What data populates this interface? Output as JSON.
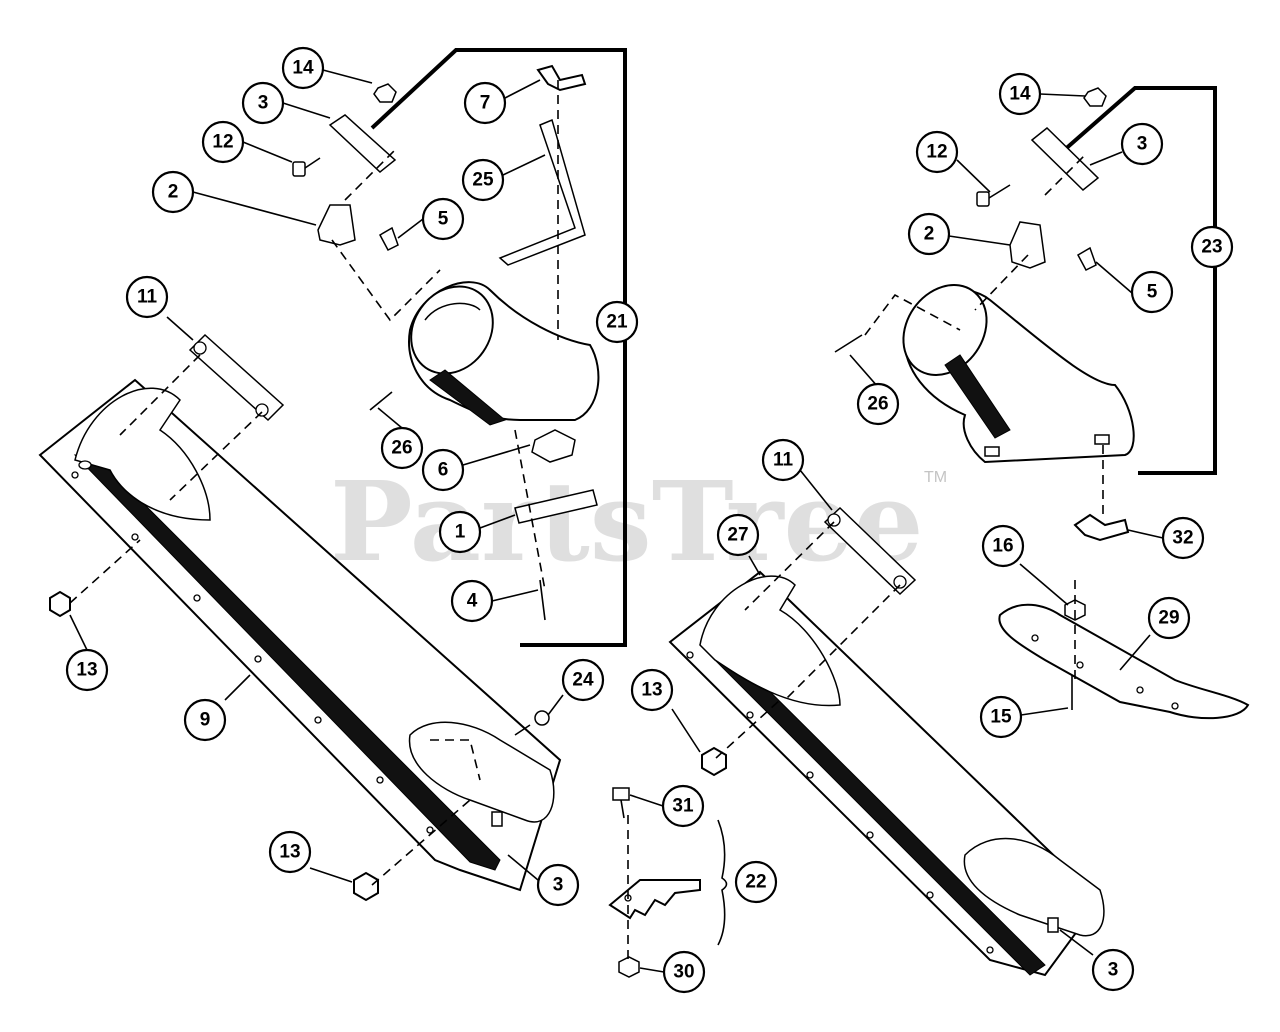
{
  "watermark": {
    "text": "PartsTree",
    "trademark": "TM"
  },
  "callouts": [
    {
      "label": "14"
    },
    {
      "label": "3"
    },
    {
      "label": "12"
    },
    {
      "label": "2"
    },
    {
      "label": "5"
    },
    {
      "label": "7"
    },
    {
      "label": "25"
    },
    {
      "label": "21"
    },
    {
      "label": "11"
    },
    {
      "label": "26"
    },
    {
      "label": "6"
    },
    {
      "label": "1"
    },
    {
      "label": "4"
    },
    {
      "label": "13"
    },
    {
      "label": "9"
    },
    {
      "label": "24"
    },
    {
      "label": "13"
    },
    {
      "label": "3"
    },
    {
      "label": "14"
    },
    {
      "label": "12"
    },
    {
      "label": "3"
    },
    {
      "label": "23"
    },
    {
      "label": "2"
    },
    {
      "label": "5"
    },
    {
      "label": "26"
    },
    {
      "label": "11"
    },
    {
      "label": "27"
    },
    {
      "label": "32"
    },
    {
      "label": "16"
    },
    {
      "label": "29"
    },
    {
      "label": "13"
    },
    {
      "label": "15"
    },
    {
      "label": "31"
    },
    {
      "label": "22"
    },
    {
      "label": "30"
    },
    {
      "label": "3"
    }
  ]
}
